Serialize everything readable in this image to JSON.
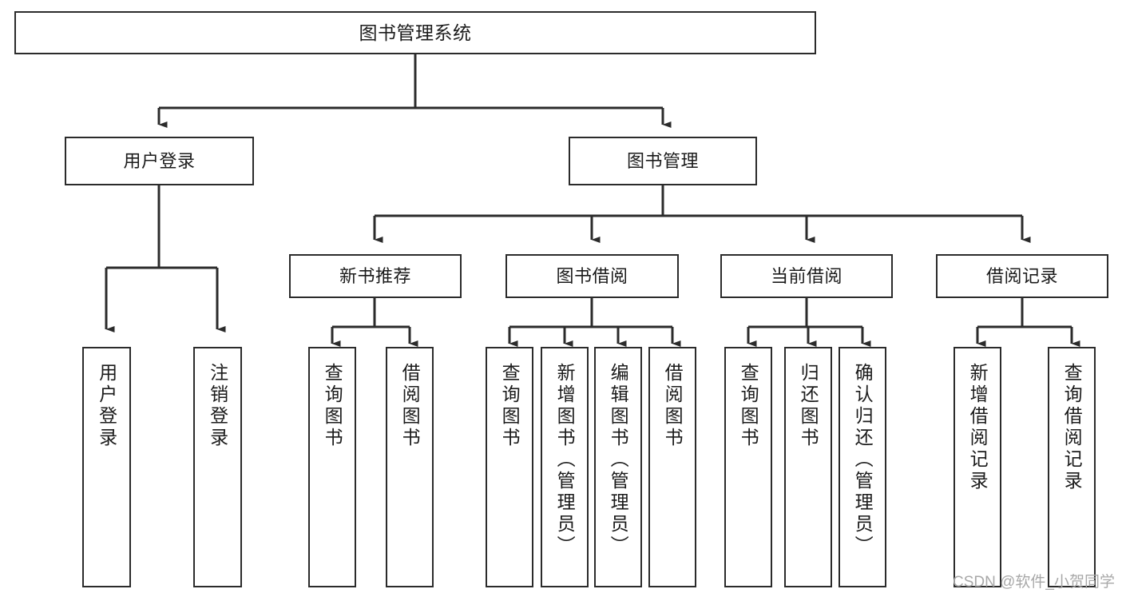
{
  "diagram": {
    "type": "tree",
    "title": "图书管理系统",
    "orientation": "top-down",
    "colors": {
      "box_border": "#2b2b2b",
      "box_fill": "#ffffff",
      "connector": "#2b2b2b",
      "watermark": "#a8a8a8",
      "background": "#ffffff"
    },
    "root": {
      "label": "图书管理系统"
    },
    "level2": [
      {
        "label": "用户登录"
      },
      {
        "label": "图书管理"
      }
    ],
    "level3": [
      {
        "label": "新书推荐"
      },
      {
        "label": "图书借阅"
      },
      {
        "label": "当前借阅"
      },
      {
        "label": "借阅记录"
      }
    ],
    "leaves": {
      "user_login": [
        {
          "label": "用户登录"
        },
        {
          "label": "注销登录"
        }
      ],
      "new_book_recommend": [
        {
          "label": "查询图书"
        },
        {
          "label": "借阅图书"
        }
      ],
      "book_borrow": [
        {
          "label": "查询图书"
        },
        {
          "label": "新增图书（管理员）"
        },
        {
          "label": "编辑图书（管理员）"
        },
        {
          "label": "借阅图书"
        }
      ],
      "current_borrow": [
        {
          "label": "查询图书"
        },
        {
          "label": "归还图书"
        },
        {
          "label": "确认归还（管理员）"
        }
      ],
      "borrow_record": [
        {
          "label": "新增借阅记录"
        },
        {
          "label": "查询借阅记录"
        }
      ]
    }
  },
  "watermark": {
    "text": "CSDN @软件_小贺同学"
  }
}
